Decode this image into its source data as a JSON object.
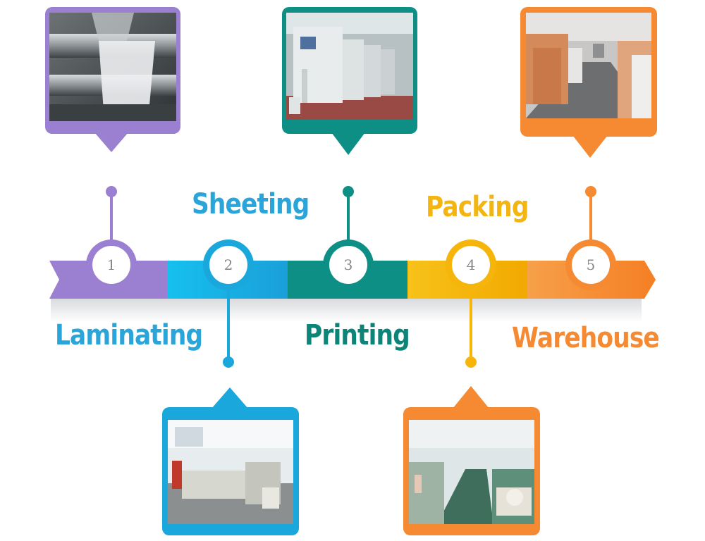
{
  "colors": {
    "purple": "#9b7fd1",
    "blue": "#1aa7dc",
    "teal": "#0e8f86",
    "yellow": "#f5b50a",
    "orange": "#f58a32",
    "label_blue": "#2aa5d9",
    "label_teal": "#0d8478",
    "label_yellow": "#f2b512",
    "label_orange": "#f58a32"
  },
  "steps": [
    {
      "number": "1",
      "label": "Laminating",
      "color": "#9b7fd1",
      "label_color": "#2aa5d9",
      "photo": "laminating-machine-photo"
    },
    {
      "number": "2",
      "label": "Sheeting",
      "color": "#1aa7dc",
      "label_color": "#2aa5d9",
      "photo": "sheeting-workshop-photo"
    },
    {
      "number": "3",
      "label": "Printing",
      "color": "#0e8f86",
      "label_color": "#0d8478",
      "photo": "printing-press-photo"
    },
    {
      "number": "4",
      "label": "Packing",
      "color": "#f5b50a",
      "label_color": "#f2b512",
      "photo": "packing-line-photo"
    },
    {
      "number": "5",
      "label": "Warehouse",
      "color": "#f58a32",
      "label_color": "#f58a32",
      "photo": "warehouse-photo"
    }
  ]
}
